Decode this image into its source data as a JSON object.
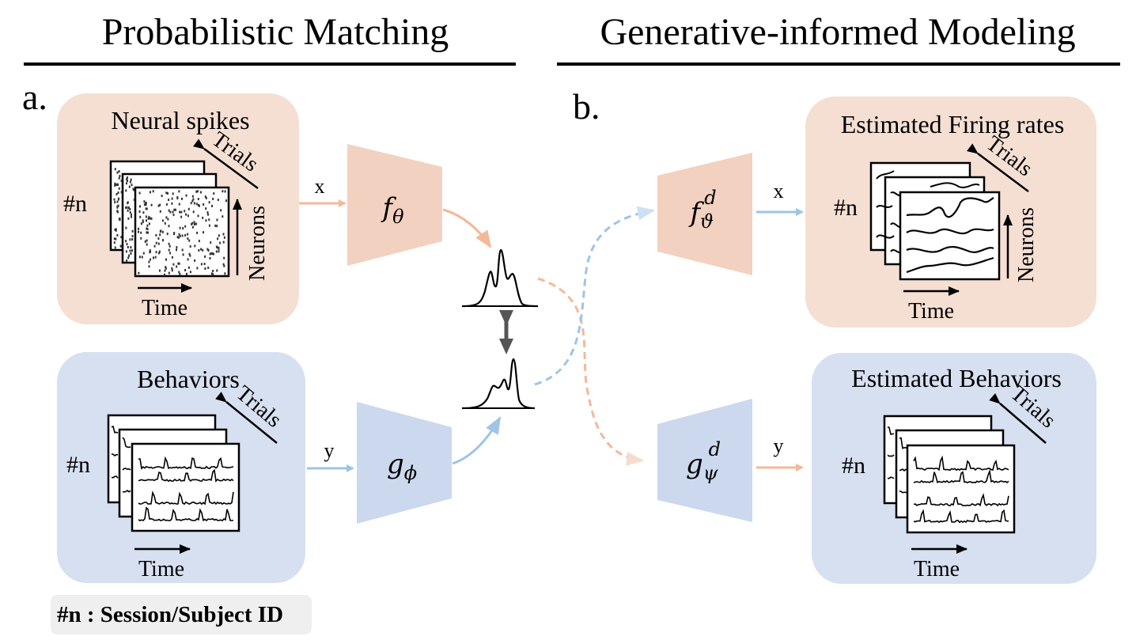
{
  "headers": {
    "left": "Probabilistic Matching",
    "right": "Generative-informed Modeling"
  },
  "panels": {
    "a": "a.",
    "b": "b."
  },
  "left": {
    "spikes": {
      "title": "Neural spikes",
      "n_label": "#n",
      "trials": "Trials",
      "neurons": "Neurons",
      "time": "Time"
    },
    "behaviors": {
      "title": "Behaviors",
      "n_label": "#n",
      "trials": "Trials",
      "time": "Time"
    }
  },
  "encoders": {
    "neural": {
      "symbol": "f",
      "subscript": "θ",
      "input": "x"
    },
    "behavior": {
      "symbol": "g",
      "subscript": "ϕ",
      "input": "y"
    }
  },
  "decoders": {
    "neural": {
      "symbol": "f",
      "subscript": "ϑ",
      "superscript": "d",
      "output": "x"
    },
    "behavior": {
      "symbol": "g",
      "subscript": "ψ",
      "superscript": "d",
      "output": "y"
    }
  },
  "right": {
    "rates": {
      "title": "Estimated Firing rates",
      "n_label": "#n",
      "trials": "Trials",
      "neurons": "Neurons",
      "time": "Time"
    },
    "behaviors": {
      "title": "Estimated Behaviors",
      "n_label": "#n",
      "trials": "Trials",
      "time": "Time"
    }
  },
  "legend": "#n : Session/Subject ID",
  "colors": {
    "orange_box": "#f5dfd3",
    "blue_box": "#d6e0f0",
    "orange_trap": "#f2d1c0",
    "blue_trap": "#cbd8ee",
    "orange_arrow": "#f4b89a",
    "blue_arrow": "#9fc4e6"
  }
}
